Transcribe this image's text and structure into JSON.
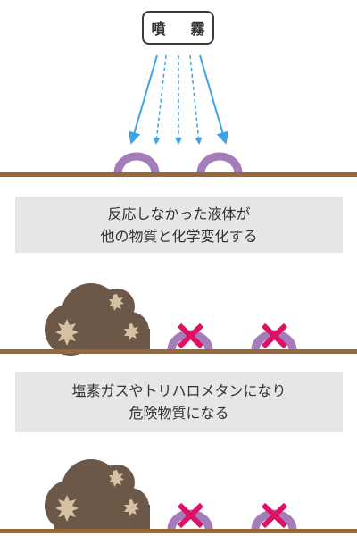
{
  "spray": {
    "label": "噴　霧"
  },
  "captions": [
    {
      "lines": [
        "反応しなかった液体が",
        "他の物質と化学変化する"
      ]
    },
    {
      "lines": [
        "塩素ガスやトリハロメタンになり",
        "危険物質になる"
      ]
    }
  ],
  "colors": {
    "shelf": "#98683d",
    "arrow": "#3ea3e6",
    "droplet": "#a47cba",
    "cross": "#dd1264",
    "gas_cloud": "#6b5849",
    "gas_spot": "#d6c2a3",
    "caption_bg": "#e6e6e6"
  },
  "icons": {
    "arrow": "arrow-down-icon",
    "droplet": "droplet-ring-icon",
    "cross": "cross-mark-icon",
    "cloud": "gas-cloud-icon"
  }
}
